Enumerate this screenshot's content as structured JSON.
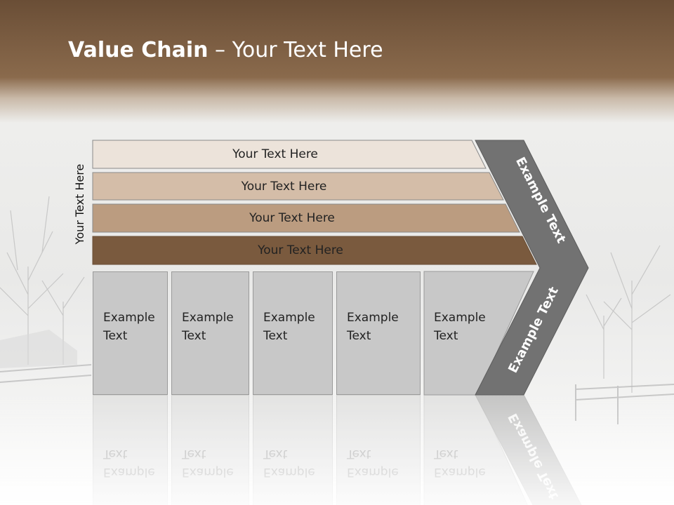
{
  "title": {
    "bold": "Value Chain",
    "rest": " – Your Text Here"
  },
  "side_label": "Your Text Here",
  "bars": [
    {
      "label": "Your Text Here",
      "color": "#ece3da"
    },
    {
      "label": "Your Text Here",
      "color": "#d4bda8"
    },
    {
      "label": "Your Text Here",
      "color": "#bb9c80"
    },
    {
      "label": "Your Text Here",
      "color": "#7a5a3e"
    }
  ],
  "columns": [
    {
      "line1": "Example",
      "line2": "Text"
    },
    {
      "line1": "Example",
      "line2": "Text"
    },
    {
      "line1": "Example",
      "line2": "Text"
    },
    {
      "line1": "Example",
      "line2": "Text"
    },
    {
      "line1": "Example",
      "line2": "Text"
    }
  ],
  "chevron": {
    "upper_text": "Example Text",
    "lower_text": "Example Text",
    "color": "#727272"
  },
  "colors": {
    "header_brown": "#7a5a3e",
    "column_gray": "#c8c8c8"
  }
}
